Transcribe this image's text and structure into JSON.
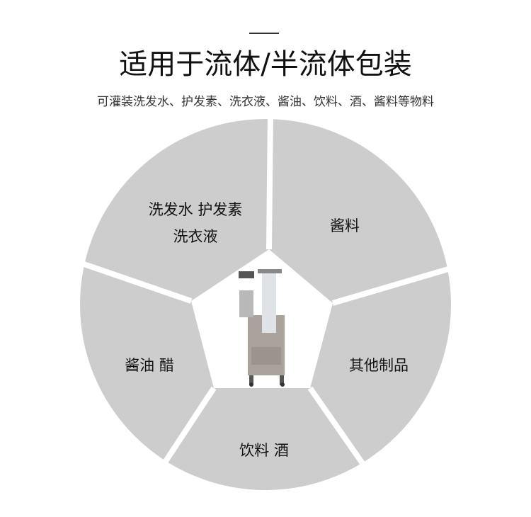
{
  "header": {
    "title": "适用于流体/半流体包装",
    "subtitle": "可灌装洗发水、护发素、洗衣液、酱油、饮料、酒、酱料等物料"
  },
  "segments": [
    {
      "line1": "洗发水 护发素",
      "line2": "洗衣液"
    },
    {
      "line1": "酱料"
    },
    {
      "line1": "其他制品"
    },
    {
      "line1": "饮料 酒"
    },
    {
      "line1": "酱油 醋"
    }
  ],
  "colors": {
    "segment": "#cdcdcd",
    "text": "#111111"
  }
}
